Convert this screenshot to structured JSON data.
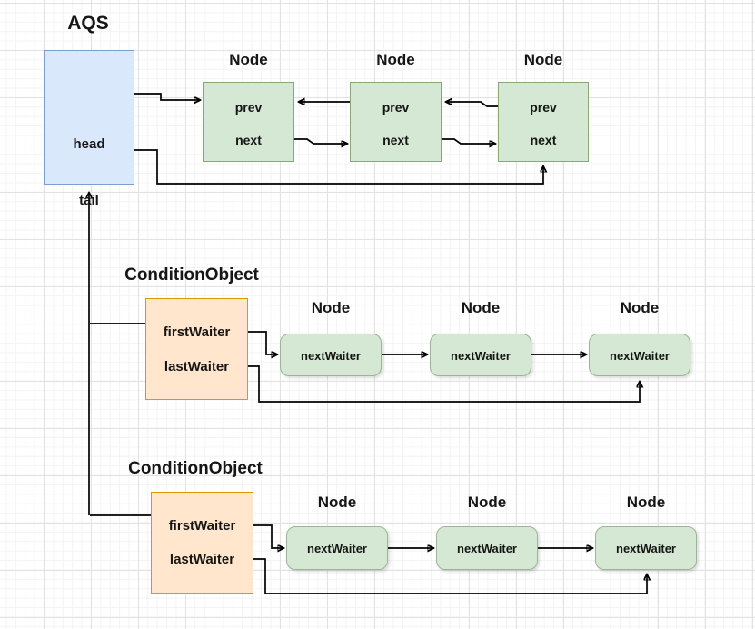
{
  "colors": {
    "aqs_fill": "#dae8fc",
    "aqs_border": "#7e9ccc",
    "sync_node_fill": "#d5e8d4",
    "sync_node_border": "#87a878",
    "condition_fill": "#ffe6cc",
    "condition_border": "#d79b00",
    "waiter_node_fill": "#d5e8d4",
    "waiter_node_border": "#9ab694",
    "wire": "#000000",
    "text": "#161616"
  },
  "aqs": {
    "title": "AQS",
    "head": "head",
    "tail": "tail"
  },
  "sync_queue": {
    "nodes": [
      {
        "title": "Node",
        "prev": "prev",
        "next": "next"
      },
      {
        "title": "Node",
        "prev": "prev",
        "next": "next"
      },
      {
        "title": "Node",
        "prev": "prev",
        "next": "next"
      }
    ]
  },
  "conditions": [
    {
      "title": "ConditionObject",
      "first": "firstWaiter",
      "last": "lastWaiter",
      "nodes": [
        {
          "title": "Node",
          "label": "nextWaiter"
        },
        {
          "title": "Node",
          "label": "nextWaiter"
        },
        {
          "title": "Node",
          "label": "nextWaiter"
        }
      ]
    },
    {
      "title": "ConditionObject",
      "first": "firstWaiter",
      "last": "lastWaiter",
      "nodes": [
        {
          "title": "Node",
          "label": "nextWaiter"
        },
        {
          "title": "Node",
          "label": "nextWaiter"
        },
        {
          "title": "Node",
          "label": "nextWaiter"
        }
      ]
    }
  ]
}
